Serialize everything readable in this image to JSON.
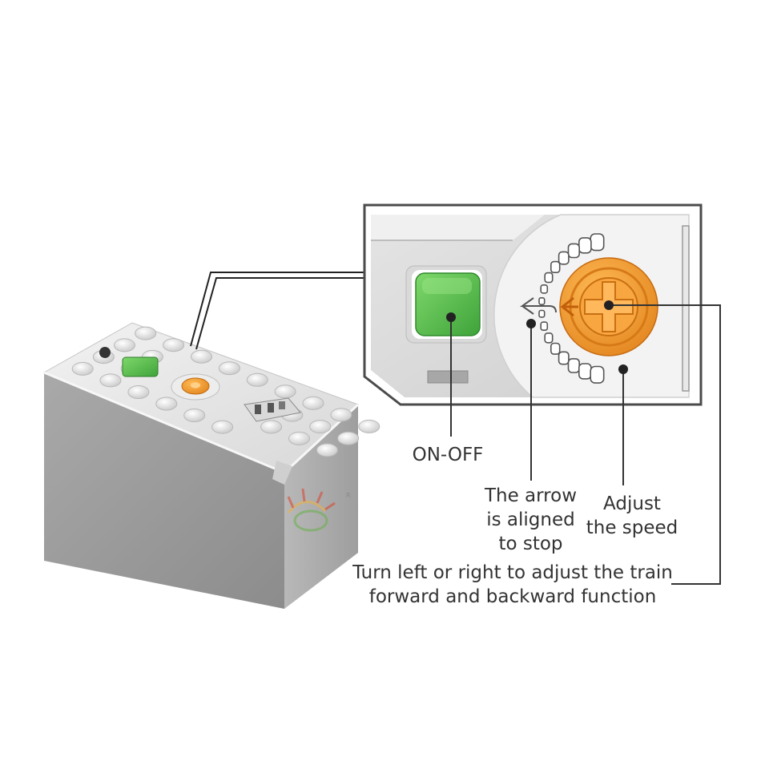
{
  "labels": {
    "on_off": "ON-OFF",
    "arrow_aligned": [
      "The arrow",
      "is aligned",
      "to stop"
    ],
    "adjust_speed": [
      "Adjust",
      "the speed"
    ],
    "turn_direction": [
      "Turn left or right to adjust the train",
      "forward and backward function"
    ]
  },
  "logo": {
    "caption": "",
    "mark": "R"
  },
  "colors": {
    "button_green": "#4fb84a",
    "dial_orange": "#f39a2c",
    "case_grey": "#9a9a9a",
    "top_grey": "#e6e6e6",
    "line": "#333333"
  }
}
